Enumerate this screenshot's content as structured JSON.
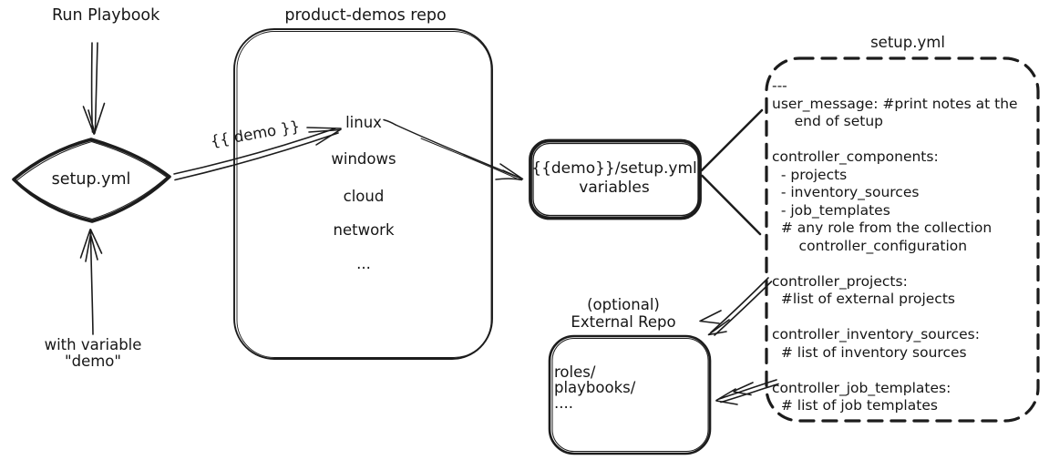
{
  "playbook_flow": {
    "run_playbook_label": "Run Playbook",
    "diamond_label": "setup.yml",
    "with_variable_label": "with variable\n\"demo\"",
    "arrow_label": "{{ demo }}"
  },
  "product_demos_repo": {
    "title": "product-demos repo",
    "items": [
      "linux",
      "windows",
      "cloud",
      "network",
      "..."
    ]
  },
  "variables_box": {
    "label": "{{demo}}/setup.yml\nvariables"
  },
  "setup_yml": {
    "title": "setup.yml",
    "content": "---\nuser_message: #print notes at the\n     end of setup\n\ncontroller_components:\n  - projects\n  - inventory_sources\n  - job_templates\n  # any role from the collection\n      controller_configuration\n\ncontroller_projects:\n  #list of external projects\n\ncontroller_inventory_sources:\n  # list of inventory sources\n\ncontroller_job_templates:\n  # list of job templates"
  },
  "external_repo": {
    "title": "(optional)\nExternal Repo",
    "content": "roles/\nplaybooks/\n...."
  },
  "colors": {
    "ink": "#1c1c1c",
    "background": "#ffffff"
  }
}
